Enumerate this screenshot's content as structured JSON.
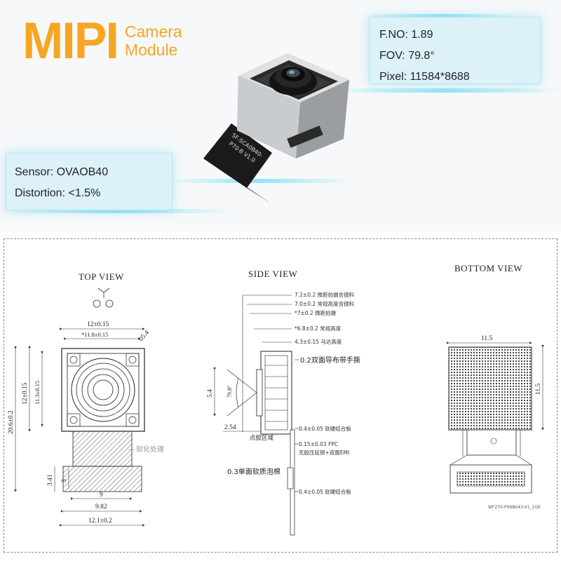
{
  "logo": {
    "mipi": "MIPI",
    "line1": "Camera",
    "line2": "Module"
  },
  "specs_right": [
    "F.NO: 1.89",
    "FOV: 79.8°",
    "Pixel: 11584*8688"
  ],
  "specs_left": [
    "Sensor: OVAOB40",
    "Distortion: <1.5%"
  ],
  "flex_label": [
    "SF-SCA0B40-",
    "P70-B V1.0"
  ],
  "views": {
    "top": "TOP VIEW",
    "side": "SIDE VIEW",
    "bottom": "BOTTOM VIEW"
  },
  "top_dims": {
    "w12": "12±0.15",
    "w11_8": "*11.8±0.15",
    "d05": "05.4",
    "h12": "12±0.15",
    "h11_3": "11.3±0.15",
    "h20_6": "20.6±0.2",
    "d3_41": "3.41",
    "d3": "3",
    "d9": "9",
    "d9_82": "9.82",
    "d12_1": "12.1±0.2",
    "soft": "软化处理"
  },
  "side_notes": [
    "7.2±0.2 微距拍摄含镜料",
    "7.0±0.2 常规高度含镜料",
    "*7±0.2 微距拍摄",
    "*6.8±0.2 常规高度",
    "4.3±0.15 马达高度"
  ],
  "side_dims": {
    "tape": "0.2双面导布带手撕",
    "d5_4": "5.4",
    "fov": "79.8°",
    "d2_54": "2.54",
    "glue": "点胶区域",
    "stiff1": "0.4±0.05 软硬结合板",
    "fpc": "0.15±0.03 FPC",
    "fpc2": "无胶压延铜+双面EMI",
    "foam": "0.3单面软质泡棉",
    "stiff2": "0.4±0.05 软硬结合板"
  },
  "bottom_dims": {
    "w": "11.5",
    "h": "11.5",
    "part": "WF270-P06BV43-V1_1GE"
  },
  "colors": {
    "accent": "#f6a623",
    "glow": "#7fdff0",
    "box": "#d7f0f7"
  }
}
